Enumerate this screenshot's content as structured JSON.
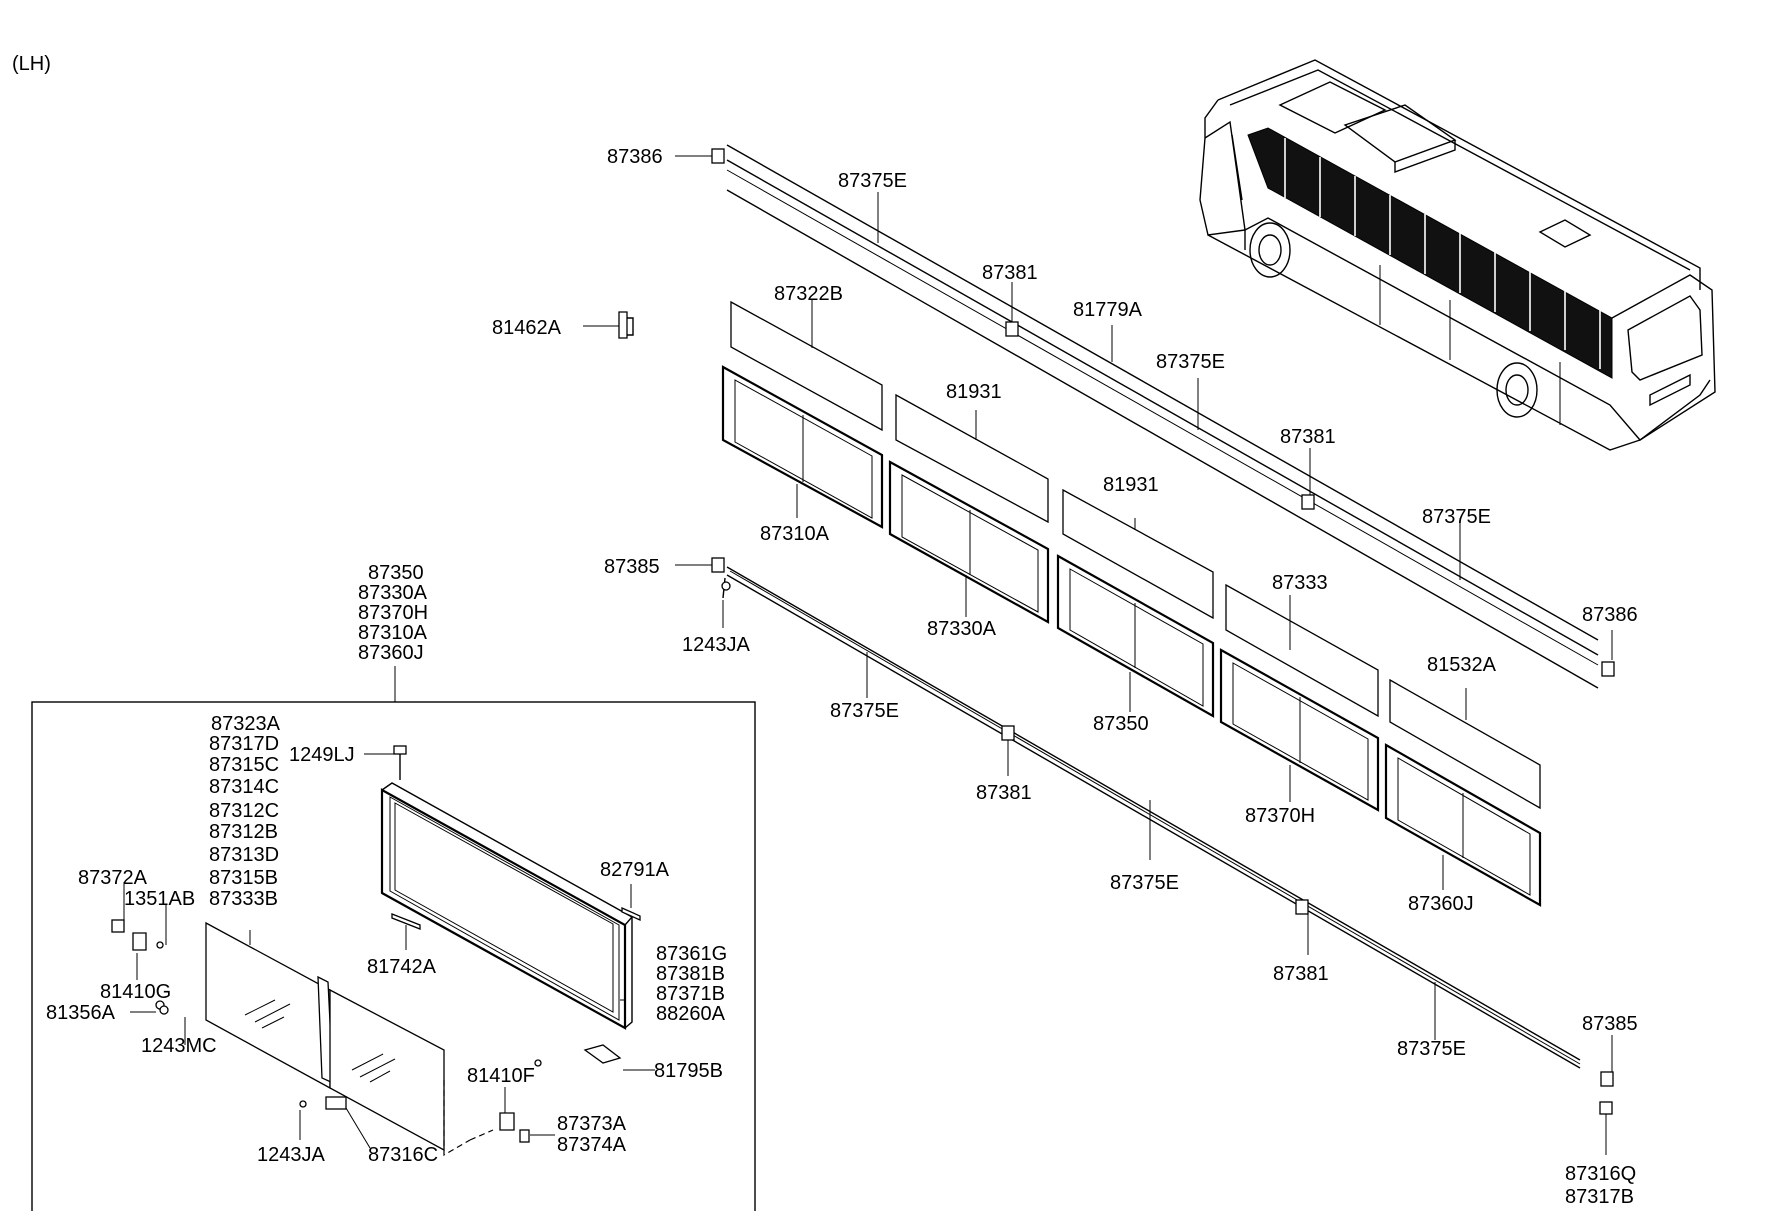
{
  "side_label": "(LH)",
  "labels": {
    "l_87386_top": "87386",
    "l_87375E_1": "87375E",
    "l_81462A": "81462A",
    "l_87322B": "87322B",
    "l_87381_1": "87381",
    "l_81779A": "81779A",
    "l_87375E_2": "87375E",
    "l_81931_1": "81931",
    "l_87381_2": "87381",
    "l_81931_2": "81931",
    "l_87375E_3": "87375E",
    "l_87310A": "87310A",
    "l_87385_top": "87385",
    "l_1243JA_top": "1243JA",
    "l_87330A": "87330A",
    "l_87333": "87333",
    "l_87386_right": "87386",
    "l_81532A": "81532A",
    "l_87350": "87350",
    "l_87375E_4": "87375E",
    "l_87381_3": "87381",
    "l_87370H": "87370H",
    "l_87375E_5": "87375E",
    "l_87360J": "87360J",
    "l_87381_4": "87381",
    "l_87385_right": "87385",
    "l_87375E_6": "87375E",
    "l_87316Q": "87316Q",
    "l_87317B": "87317B"
  },
  "assembly_group": [
    "87350",
    "87330A",
    "87370H",
    "87310A",
    "87360J"
  ],
  "glass_group": [
    "87323A",
    "87317D",
    "87315C",
    "87314C",
    "87312C",
    "87312B",
    "87313D",
    "87315B",
    "87333B"
  ],
  "frame_group": [
    "87361G",
    "87381B",
    "87371B",
    "88260A"
  ],
  "latch_group": [
    "87373A",
    "87374A"
  ],
  "inset_labels": {
    "l_1249LJ": "1249LJ",
    "l_87372A": "87372A",
    "l_1351AB": "1351AB",
    "l_82791A": "82791A",
    "l_81742A": "81742A",
    "l_81410G": "81410G",
    "l_81356A": "81356A",
    "l_1243MC": "1243MC",
    "l_81410F": "81410F",
    "l_81795B": "81795B",
    "l_1243JA_inset": "1243JA",
    "l_87316C": "87316C"
  }
}
